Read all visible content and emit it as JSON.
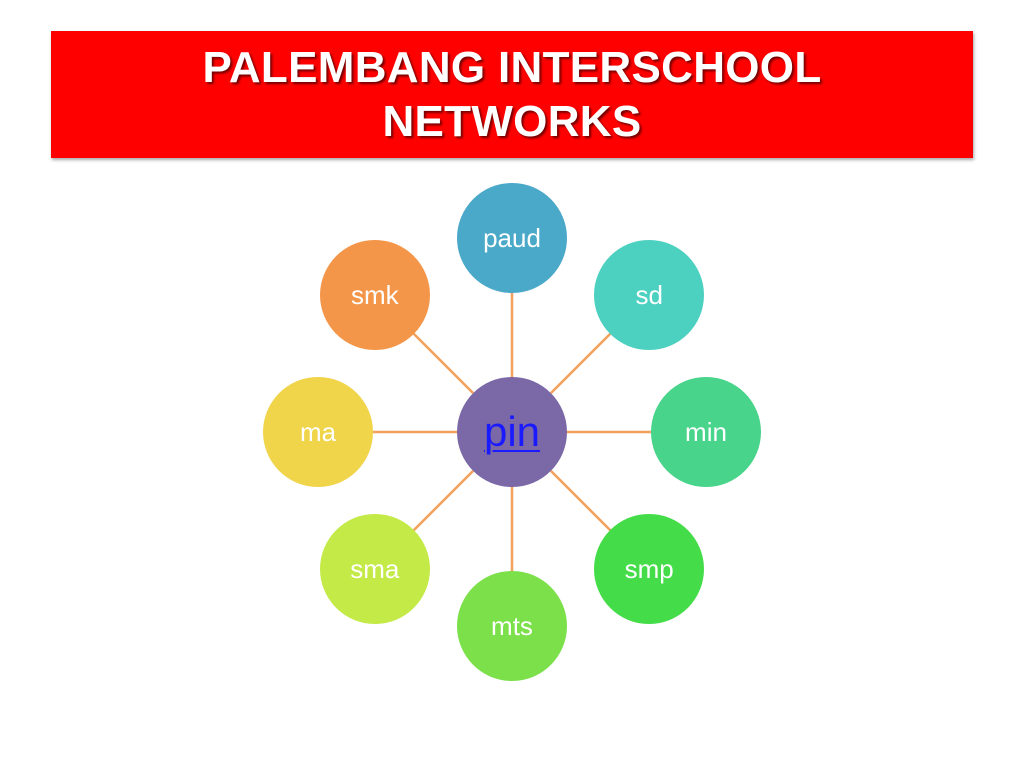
{
  "title": {
    "line1": "PALEMBANG INTERSCHOOL",
    "line2": "NETWORKS"
  },
  "colors": {
    "banner": "#ff0000",
    "connector": "#f5a05a",
    "hub": "#7b68a6",
    "hub_link": "#1a1aff"
  },
  "diagram": {
    "hub": {
      "label": "pin",
      "is_link": true
    },
    "nodes": [
      {
        "id": "paud",
        "label": "paud",
        "color": "#4aa8c8"
      },
      {
        "id": "sd",
        "label": "sd",
        "color": "#4cd0c0"
      },
      {
        "id": "min",
        "label": "min",
        "color": "#48d48a"
      },
      {
        "id": "smp",
        "label": "smp",
        "color": "#44dc48"
      },
      {
        "id": "mts",
        "label": "mts",
        "color": "#7ce04a"
      },
      {
        "id": "sma",
        "label": "sma",
        "color": "#c4ea48"
      },
      {
        "id": "ma",
        "label": "ma",
        "color": "#f0d44a"
      },
      {
        "id": "smk",
        "label": "smk",
        "color": "#f4964a"
      }
    ]
  }
}
